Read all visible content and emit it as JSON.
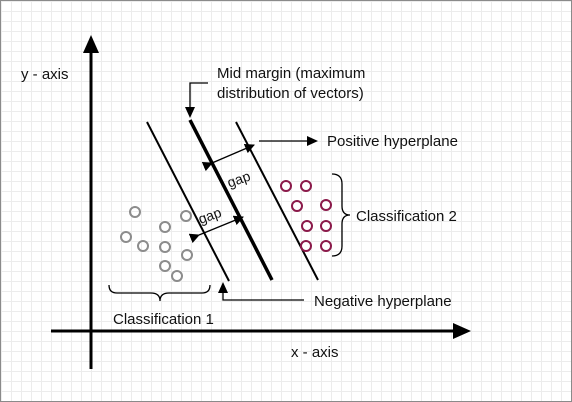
{
  "axes": {
    "y_label": "y - axis",
    "x_label": "x - axis"
  },
  "annotations": {
    "mid_margin_line1": "Mid margin (maximum",
    "mid_margin_line2": "distribution of vectors)",
    "positive": "Positive hyperplane",
    "negative": "Negative hyperplane",
    "gap_upper": "gap",
    "gap_lower": "gap"
  },
  "classes": {
    "class1": {
      "label": "Classification 1",
      "color": "#8c8c8c"
    },
    "class2": {
      "label": "Classification 2",
      "color": "#8b1a4a"
    }
  },
  "colors": {
    "ink": "#000000",
    "grid": "#ececec",
    "border": "#8a8a8a"
  }
}
